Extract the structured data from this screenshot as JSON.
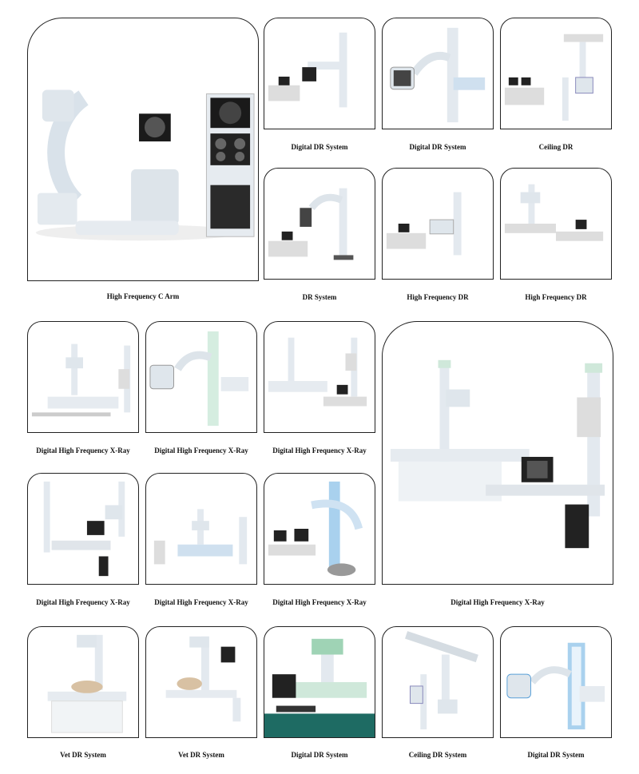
{
  "captions": {
    "c_arm": "High Frequency C Arm",
    "dr1": "Digital DR System",
    "dr2": "Digital DR System",
    "ceiling1": "Ceiling DR",
    "dr_sys": "DR System",
    "hf_dr1": "High Frequency DR",
    "hf_dr2": "High Frequency DR",
    "xray1": "Digital High Frequency X-Ray",
    "xray2": "Digital High Frequency X-Ray",
    "xray3": "Digital High Frequency X-Ray",
    "xray_big": "Digital High Frequency X-Ray",
    "xray4": "Digital High Frequency X-Ray",
    "xray5": "Digital High Frequency X-Ray",
    "xray6": "Digital High Frequency X-Ray",
    "vet1": "Vet DR System",
    "vet2": "Vet DR System",
    "dr3": "Digital DR System",
    "ceiling2": "Ceiling DR System",
    "dr4": "Digital DR System"
  },
  "colors": {
    "border": "#222222",
    "equipment": "#e9eef3",
    "accent_blue": "#5aa0d8",
    "accent_green": "#9fd3b5",
    "screen": "#1a1a1a",
    "dark_teal": "#1e6b63"
  }
}
